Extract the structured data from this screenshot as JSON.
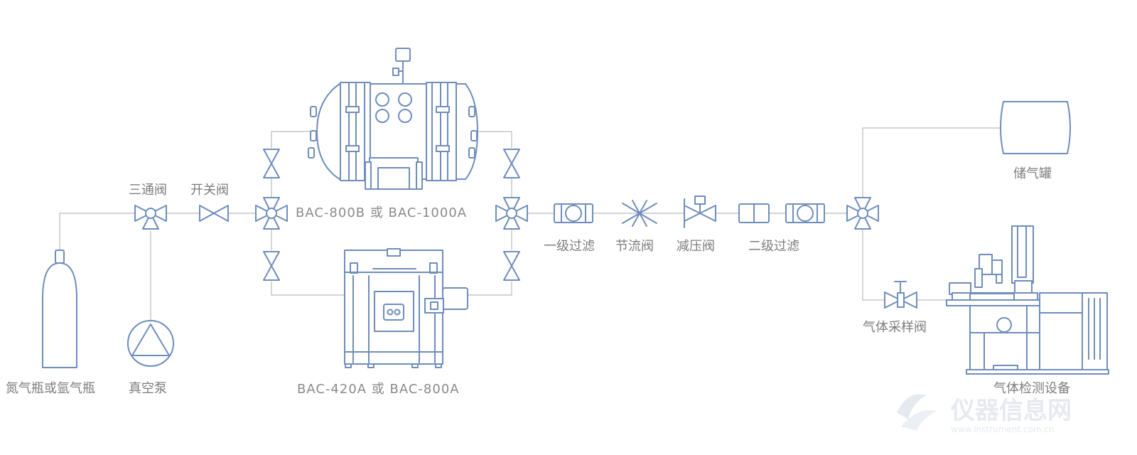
{
  "labels": {
    "gas_cylinder": "氮气瓶或氩气瓶",
    "vacuum_pump": "真空泵",
    "three_way_valve": "三通阀",
    "switch_valve": "开关阀",
    "upper_chamber_model": "BAC-800B 或 BAC-1000A",
    "lower_chamber_model": "BAC-420A 或 BAC-800A",
    "primary_filter": "一级过滤",
    "throttle_valve": "节流阀",
    "pressure_reducing_valve": "减压阀",
    "secondary_filter": "二级过滤",
    "storage_tank": "储气罐",
    "gas_sampling_valve": "气体采样阀",
    "gas_detection_equipment": "气体检测设备"
  },
  "watermark": {
    "title": "仪器信息网",
    "url": "www.instrument.com.cn"
  },
  "colors": {
    "equipment": "#6f8dbd",
    "pipe": "#b8bcc2",
    "label": "#7d7d7d"
  }
}
